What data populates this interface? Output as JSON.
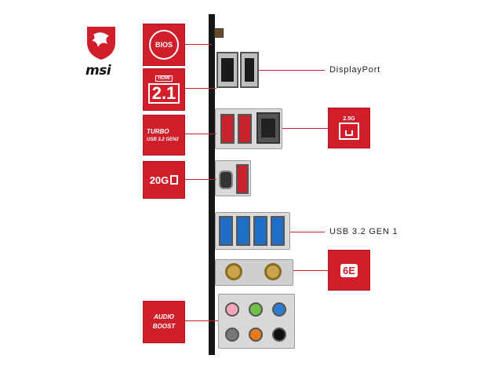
{
  "brand": {
    "name": "msi",
    "logo_color": "#d01e2a"
  },
  "left_badges": {
    "bios": "BIOS",
    "hdmi_small": "HDMI",
    "hdmi_version": "2.1",
    "turbo_line1": "TURBO",
    "turbo_line2": "USB 3.2 GEN2",
    "speed": "20G",
    "audio_line1": "AUDIO",
    "audio_line2": "BOOST"
  },
  "right_labels": {
    "displayport": "DisplayPort",
    "usb_gen1": "USB 3.2 GEN 1"
  },
  "right_badges": {
    "lan_speed": "2.5G",
    "wifi": "6E"
  },
  "colors": {
    "accent_red": "#d01e2a",
    "usb_red": "#c9232e",
    "usb_blue": "#1e6fc5",
    "bracket": "#161616"
  }
}
